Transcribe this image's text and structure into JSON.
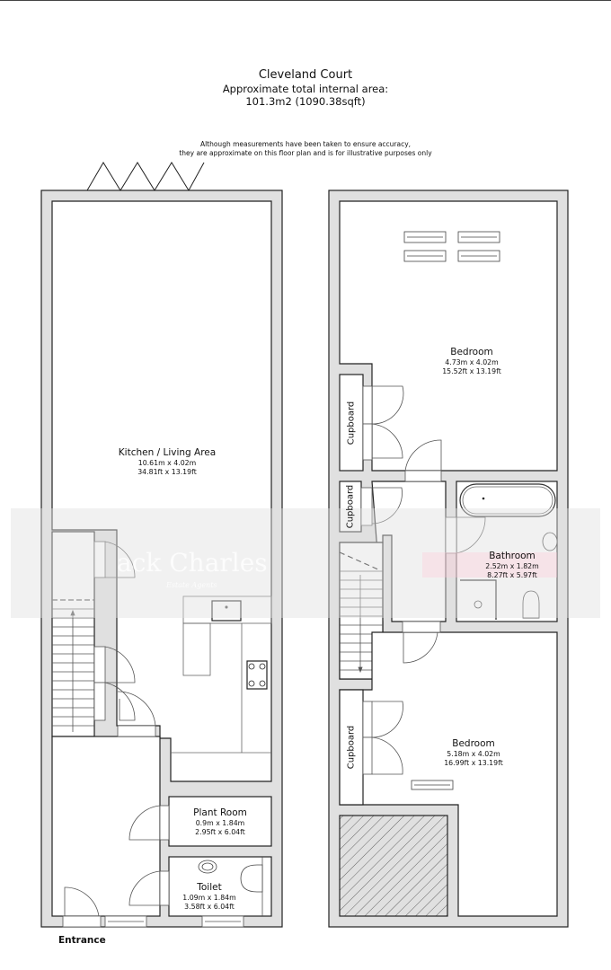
{
  "header": {
    "title": "Cleveland Court",
    "area_label": "Approximate total internal area:",
    "area_value": "101.3m2 (1090.38sqft)"
  },
  "disclaimer": {
    "line1": "Although measurements have been taken to ensure accuracy,",
    "line2": "they are approximate on this floor plan and is for illustrative purposes only"
  },
  "watermark": {
    "brand": "ack Charles",
    "tagline": "Estate Agents"
  },
  "ground_floor": {
    "rooms": [
      {
        "name": "Kitchen / Living Area",
        "metric": "10.61m x 4.02m",
        "imperial": "34.81ft x 13.19ft"
      },
      {
        "name": "Plant Room",
        "metric": "0.9m x 1.84m",
        "imperial": "2.95ft x 6.04ft"
      },
      {
        "name": "Toilet",
        "metric": "1.09m x 1.84m",
        "imperial": "3.58ft x 6.04ft"
      }
    ],
    "entrance_label": "Entrance"
  },
  "first_floor": {
    "rooms": [
      {
        "name": "Bedroom",
        "metric": "4.73m x 4.02m",
        "imperial": "15.52ft x 13.19ft"
      },
      {
        "name": "Bathroom",
        "metric": "2.52m x 1.82m",
        "imperial": "8.27ft x 5.97ft"
      },
      {
        "name": "Bedroom",
        "metric": "5.18m x 4.02m",
        "imperial": "16.99ft x 13.19ft"
      }
    ],
    "cupboards": [
      "Cupboard",
      "Cupboard",
      "Cupboard"
    ]
  },
  "colors": {
    "wall_fill": "#e0e0e0",
    "wall_stroke": "#222222",
    "line": "#555555"
  }
}
